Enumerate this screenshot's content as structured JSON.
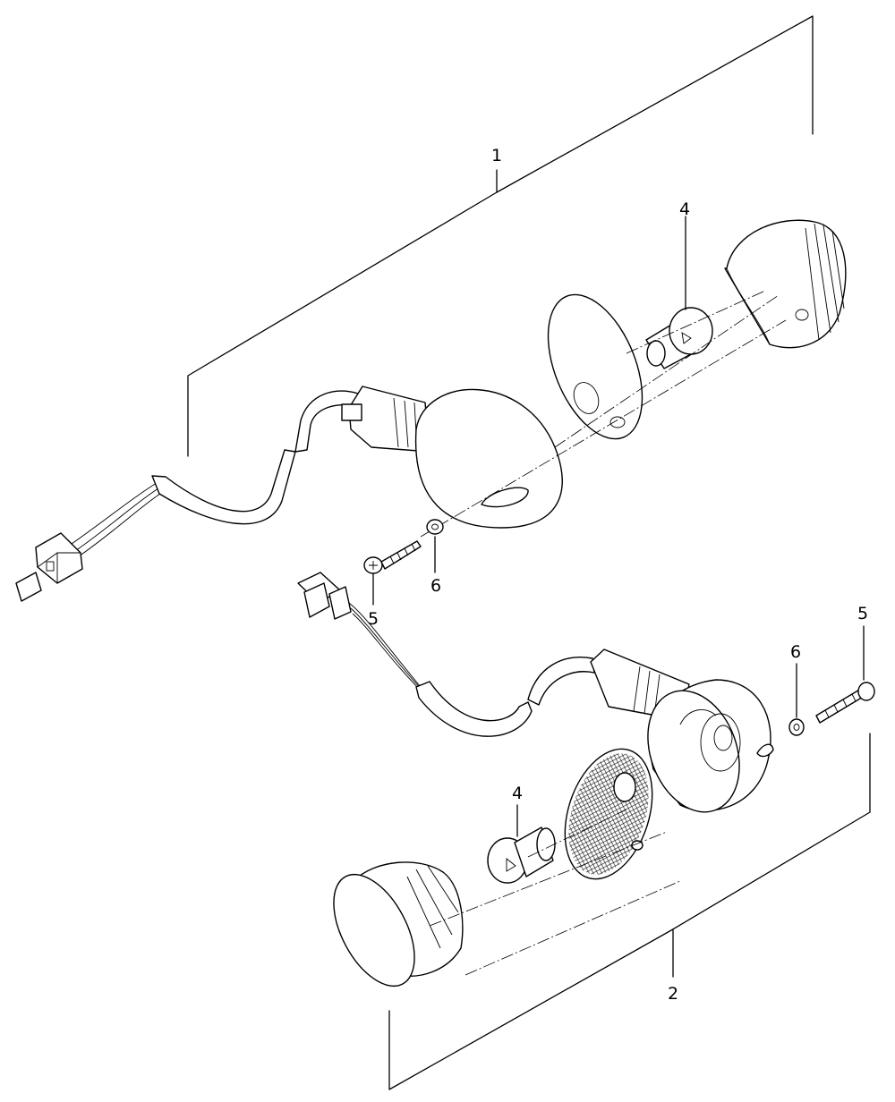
{
  "callouts": {
    "assembly_front": "1",
    "assembly_rear": "2",
    "bulb_top": "4",
    "bulb_bottom": "4",
    "screw_top": "5",
    "screw_bottom": "5",
    "washer_top": "6",
    "washer_bottom": "6"
  }
}
